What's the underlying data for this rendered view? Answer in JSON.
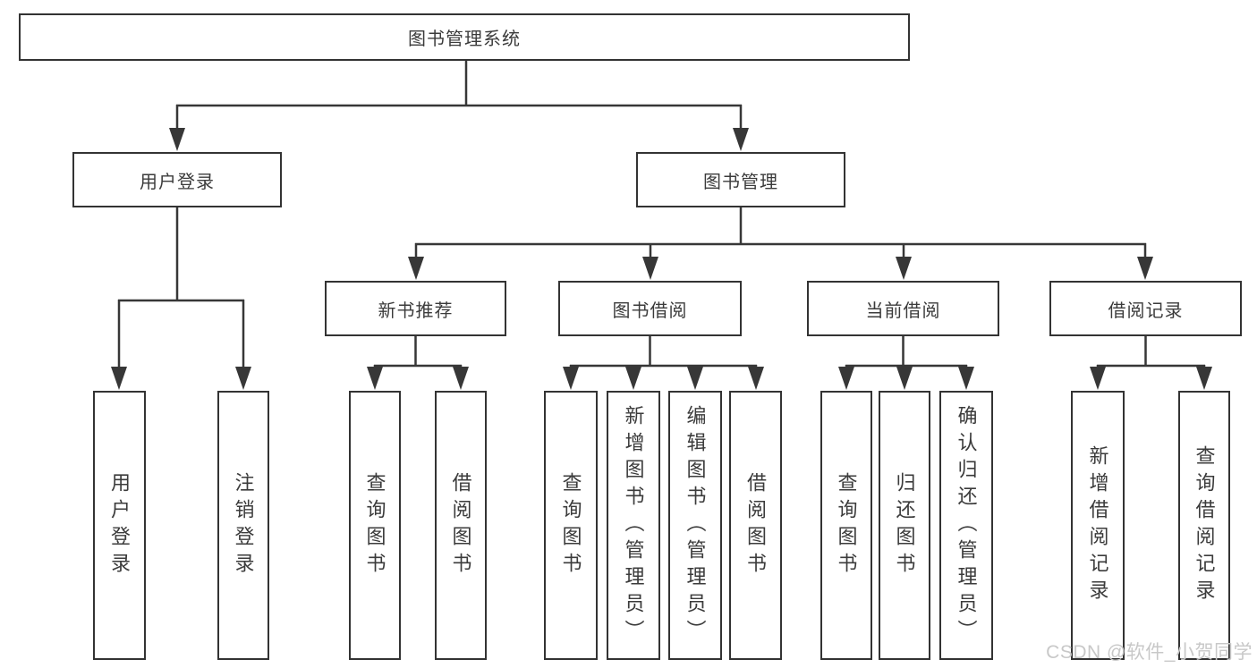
{
  "diagram": {
    "type": "hierarchy-tree",
    "colors": {
      "line": "#373737",
      "box_border": "#333333",
      "text": "#3b3b3b",
      "background": "#ffffff",
      "watermark_text": "#c8c8c8"
    }
  },
  "tree": {
    "root": {
      "label": "图书管理系统"
    },
    "branches": [
      {
        "label": "用户登录",
        "leaves": [
          {
            "label": "用户登录"
          },
          {
            "label": "注销登录"
          }
        ]
      },
      {
        "label": "图书管理",
        "groups": [
          {
            "label": "新书推荐",
            "leaves": [
              {
                "label": "查询图书"
              },
              {
                "label": "借阅图书"
              }
            ]
          },
          {
            "label": "图书借阅",
            "leaves": [
              {
                "label": "查询图书"
              },
              {
                "label": "新增图书（管理员）"
              },
              {
                "label": "编辑图书（管理员）"
              },
              {
                "label": "借阅图书"
              }
            ]
          },
          {
            "label": "当前借阅",
            "leaves": [
              {
                "label": "查询图书"
              },
              {
                "label": "归还图书"
              },
              {
                "label": "确认归还（管理员）"
              }
            ]
          },
          {
            "label": "借阅记录",
            "leaves": [
              {
                "label": "新增借阅记录"
              },
              {
                "label": "查询借阅记录"
              }
            ]
          }
        ]
      }
    ]
  },
  "watermark": {
    "text": "CSDN @软件_小贺同学"
  }
}
